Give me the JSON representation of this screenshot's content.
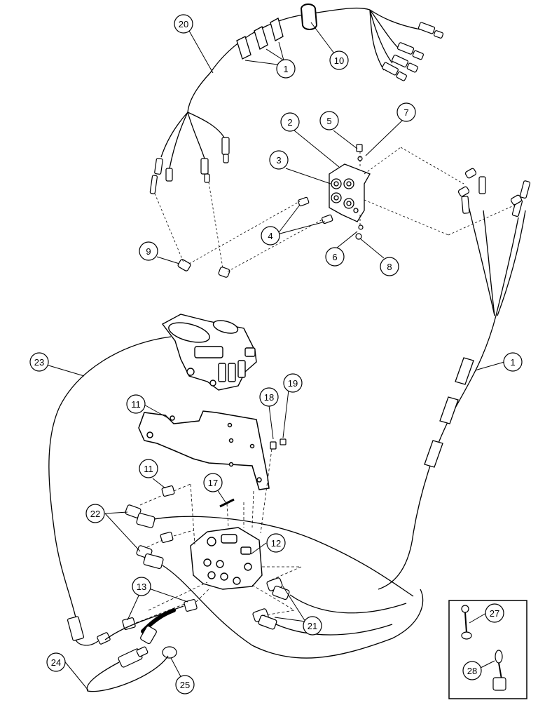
{
  "callouts": [
    {
      "id": "c20a",
      "text": "20"
    },
    {
      "id": "c10",
      "text": "10"
    },
    {
      "id": "c1a",
      "text": "1"
    },
    {
      "id": "c2",
      "text": "2"
    },
    {
      "id": "c5",
      "text": "5"
    },
    {
      "id": "c7",
      "text": "7"
    },
    {
      "id": "c3",
      "text": "3"
    },
    {
      "id": "c4",
      "text": "4"
    },
    {
      "id": "c9",
      "text": "9"
    },
    {
      "id": "c6",
      "text": "6"
    },
    {
      "id": "c8",
      "text": "8"
    },
    {
      "id": "c1b",
      "text": "1"
    },
    {
      "id": "c23",
      "text": "23"
    },
    {
      "id": "c11a",
      "text": "11"
    },
    {
      "id": "c18",
      "text": "18"
    },
    {
      "id": "c19",
      "text": "19"
    },
    {
      "id": "c11b",
      "text": "11"
    },
    {
      "id": "c17",
      "text": "17"
    },
    {
      "id": "c22",
      "text": "22"
    },
    {
      "id": "c12",
      "text": "12"
    },
    {
      "id": "c13",
      "text": "13"
    },
    {
      "id": "c21",
      "text": "21"
    },
    {
      "id": "c24",
      "text": "24"
    },
    {
      "id": "c25",
      "text": "25"
    },
    {
      "id": "c27",
      "text": "27"
    },
    {
      "id": "c28",
      "text": "28"
    }
  ]
}
